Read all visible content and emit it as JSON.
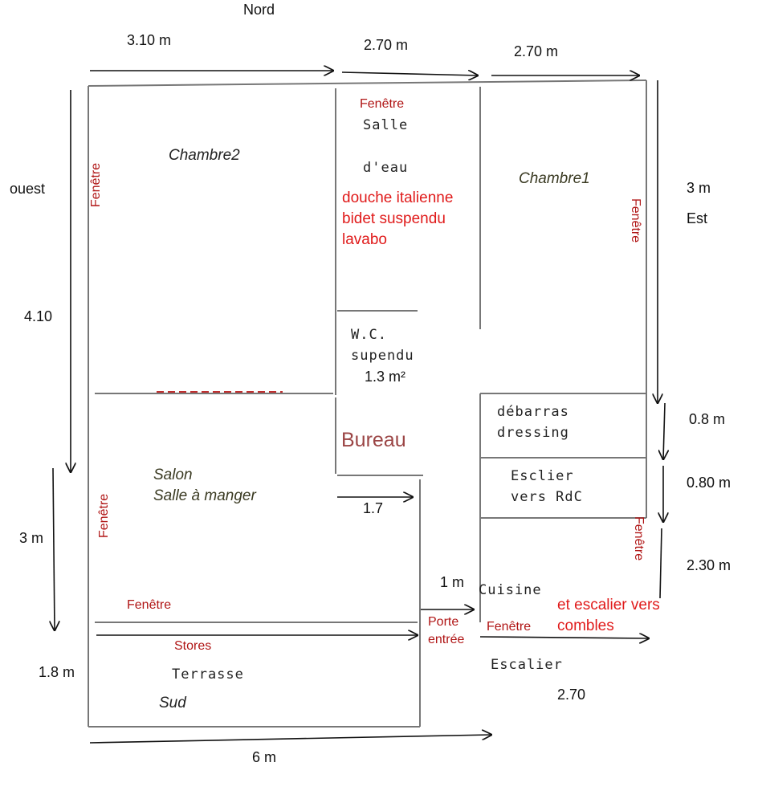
{
  "orientation": {
    "north": "Nord",
    "west": "ouest",
    "east": "Est",
    "south": "Sud"
  },
  "dimensions": {
    "top_1": "3.10 m",
    "top_2": "2.70 m",
    "top_3": "2.70 m",
    "left_1": "4.10",
    "left_2": "3 m",
    "left_3": "1.8 m",
    "right_1": "3 m",
    "right_2": "0.8 m",
    "right_3": "0.80 m",
    "right_4": "2.30 m",
    "bottom": "6 m",
    "bureau_width": "1.7",
    "door_width": "1 m",
    "stairs_width": "2.70"
  },
  "rooms": {
    "chambre2": "Chambre2",
    "chambre1": "Chambre1",
    "salle_line1": "Salle",
    "salle_line2": "d'eau",
    "salle_features": [
      "douche italienne",
      "bidet suspendu",
      "lavabo"
    ],
    "wc_line1": "W.C.",
    "wc_line2": "supendu",
    "wc_area": "1.3 m²",
    "bureau": "Bureau",
    "debarras_line1": "débarras",
    "debarras_line2": "dressing",
    "escalier_rdc_line1": "Esclier",
    "escalier_rdc_line2": "vers RdC",
    "salon_line1": "Salon",
    "salon_line2": "Salle à manger",
    "cuisine": "Cuisine",
    "cuisine_note_line1": "et escalier vers",
    "cuisine_note_line2": "combles",
    "terrasse": "Terrasse",
    "escalier": "Escalier"
  },
  "labels": {
    "fenetre": "Fenêtre",
    "stores": "Stores",
    "porte_line1": "Porte",
    "porte_line2": "entrée"
  },
  "colors": {
    "line": "#777777",
    "arrow": "#111111",
    "dashed": "#c03030",
    "window_text": "#b01515",
    "feature_text": "#e01a1a",
    "bureau_text": "#9b4545"
  }
}
